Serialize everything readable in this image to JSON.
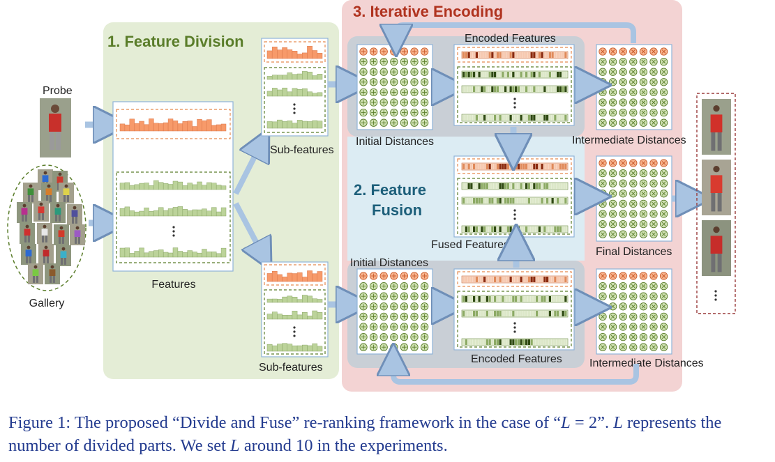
{
  "sections": {
    "feature_division": "1. Feature Division",
    "feature_fusion_line1": "2. Feature",
    "feature_fusion_line2": "Fusion",
    "iterative_encoding": "3. Iterative Encoding"
  },
  "labels": {
    "probe": "Probe",
    "gallery": "Gallery",
    "features": "Features",
    "sub_features_top": "Sub-features",
    "sub_features_bottom": "Sub-features",
    "initial_distances_top": "Initial Distances",
    "initial_distances_bottom": "Initial Distances",
    "encoded_features_top": "Encoded Features",
    "encoded_features_bottom": "Encoded Features",
    "intermediate_distances_top": "Intermediate Distances",
    "intermediate_distances_bottom": "Intermediate Distances",
    "fused_features": "Fused Features",
    "final_distances": "Final Distances"
  },
  "caption": {
    "prefix": "Figure 1: The proposed “Divide and Fuse” re-ranking framework in the case of “",
    "math1": "L",
    "eq": " = 2”. ",
    "math2": "L",
    "line2a": " represents the number of divided parts. We set ",
    "math3": "L",
    "line2b": " around 10 in the experiments."
  },
  "colors": {
    "division_bg": "#e4edd6",
    "encoding_bg": "#f3d3d3",
    "fusion_bg": "#dcecf3",
    "gray_panel": "#c9cfd6",
    "probe_orange": "#f79a6a",
    "gallery_green": "#bcd39a",
    "arrow_blue": "#a9c4e2",
    "caption_blue": "#233b8f"
  }
}
